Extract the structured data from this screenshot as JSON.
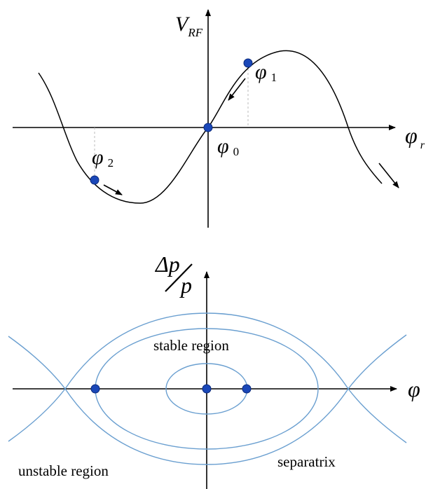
{
  "top_plot": {
    "y_axis_label_main": "V",
    "y_axis_label_sub": "RF",
    "x_axis_label_main": "φ",
    "x_axis_label_sub": "r",
    "points": [
      {
        "id": "phi1",
        "label_main": "φ",
        "label_sub": "1"
      },
      {
        "id": "phi0",
        "label_main": "φ",
        "label_sub": "0"
      },
      {
        "id": "phi2",
        "label_main": "φ",
        "label_sub": "2"
      }
    ]
  },
  "bottom_plot": {
    "y_axis_label_num": "Δp",
    "y_axis_label_den": "p",
    "x_axis_label": "φ",
    "region_labels": {
      "stable": "stable region",
      "unstable": "unstable region",
      "separatrix": "separatrix"
    }
  },
  "colors": {
    "axis": "#000000",
    "curve": "#000000",
    "orbit": "#6a9fd0",
    "point": "#1a47b8",
    "point_stroke": "#0b2a7a"
  }
}
